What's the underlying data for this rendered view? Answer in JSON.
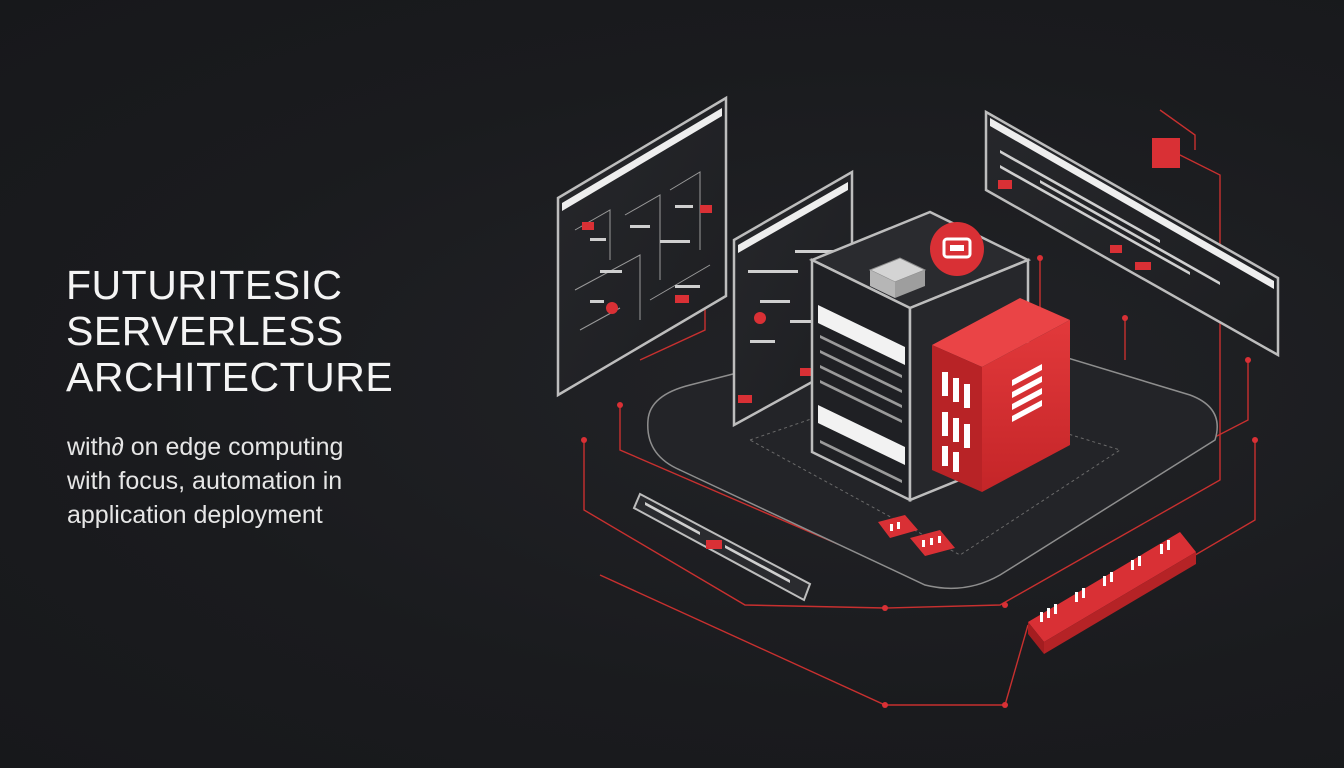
{
  "headline": {
    "line1": "FUTURITESIC",
    "line2": "SERVERLESS",
    "line3": "ARCHITECTURE"
  },
  "subtitle": {
    "line1": "with∂ on edge computing",
    "line2": "with focus,  automation in",
    "line3": "application deployment"
  },
  "colors": {
    "background": "#1a1b1e",
    "accent_red": "#d92f33",
    "panel_dark": "#202125",
    "line_light": "#c9c9c9"
  },
  "icons": [
    "server-icon",
    "database-icon",
    "cloud-icon"
  ]
}
